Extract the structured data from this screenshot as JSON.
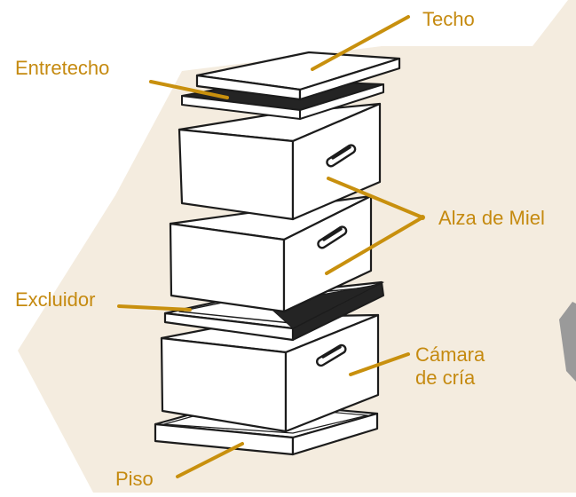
{
  "colors": {
    "background": "#ffffff",
    "hexagon_fill": "#f4ecdf",
    "label_text": "#c58a10",
    "leader_line": "#c8900e",
    "outline": "#1c1c1c",
    "box_face": "#ffffff",
    "excluder_dark": "#242424",
    "stone": "#9a9a9a"
  },
  "labels": {
    "roof": "Techo",
    "inner_cover": "Entretecho",
    "honey_super": "Alza de Miel",
    "queen_excluder": "Excluidor",
    "brood_chamber_line1": "Cámara",
    "brood_chamber_line2": "de cría",
    "floor": "Piso"
  },
  "icons": [
    "hexagon-background",
    "hive-roof",
    "hive-inner-cover",
    "honey-super-box",
    "queen-excluder",
    "brood-chamber-box",
    "hive-floor",
    "stone-fragment"
  ]
}
